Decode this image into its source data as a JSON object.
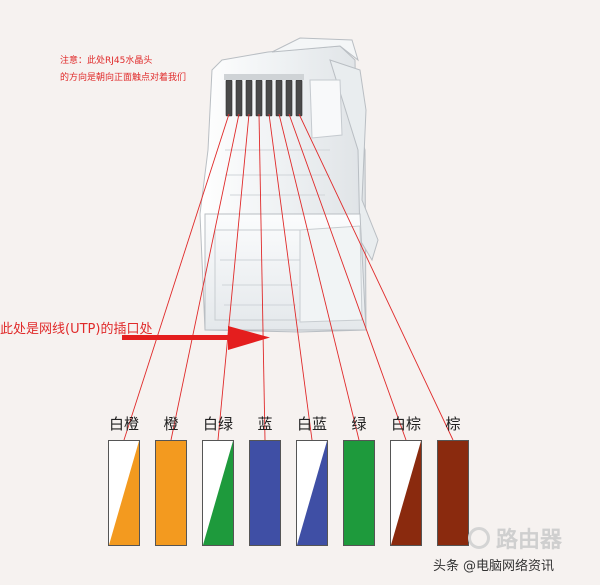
{
  "notes": {
    "line1": "注意：此处RJ45水晶头",
    "line2": "的方向是朝向正面触点对着我们"
  },
  "port_label": "此处是网线(UTP)的插口处",
  "wires": [
    {
      "label": "白橙",
      "color": "#f39a1f",
      "striped": true
    },
    {
      "label": "橙",
      "color": "#f39a1f",
      "striped": false
    },
    {
      "label": "白绿",
      "color": "#1e9a3c",
      "striped": true
    },
    {
      "label": "蓝",
      "color": "#3f4fa5",
      "striped": false
    },
    {
      "label": "白蓝",
      "color": "#3f4fa5",
      "striped": true
    },
    {
      "label": "绿",
      "color": "#1e9a3c",
      "striped": false
    },
    {
      "label": "白棕",
      "color": "#8a2a0e",
      "striped": true
    },
    {
      "label": "棕",
      "color": "#8a2a0e",
      "striped": false
    }
  ],
  "watermark": {
    "brand": "头条",
    "handle": "@电脑网络资讯",
    "logo_text": "路由器"
  },
  "colors": {
    "annotation": "#e02a2a",
    "arrow": "#e41e1e"
  }
}
